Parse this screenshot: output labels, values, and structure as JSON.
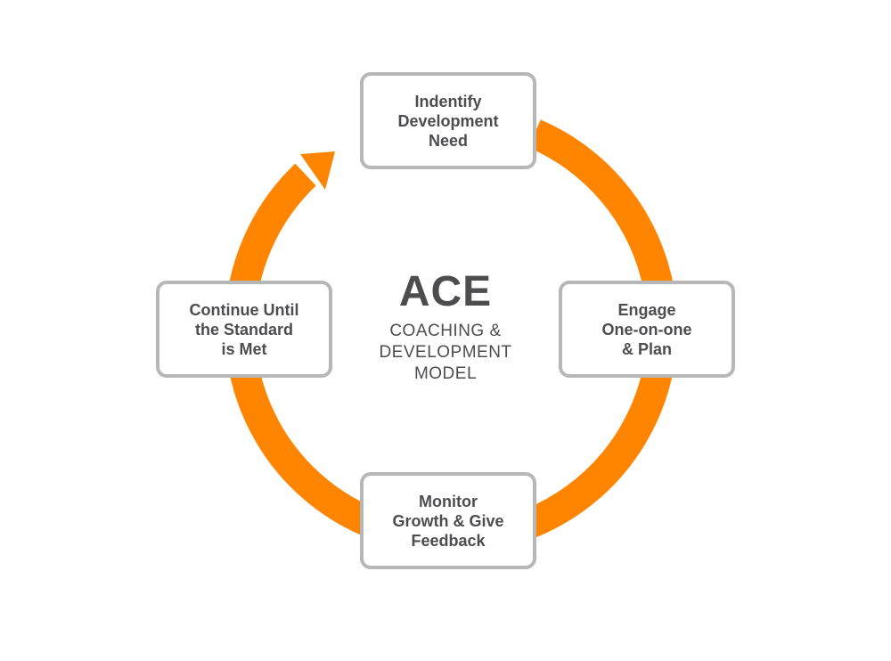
{
  "colors": {
    "ring": "#ff8400",
    "box_border": "#b7b7b7",
    "text": "#4d4d4f"
  },
  "center": {
    "title": "ACE",
    "subtitle": "COACHING &\nDEVELOPMENT\nMODEL"
  },
  "steps": [
    {
      "label": "Indentify\nDevelopment\nNeed"
    },
    {
      "label": "Engage\nOne-on-one\n& Plan"
    },
    {
      "label": "Monitor\nGrowth & Give\nFeedback"
    },
    {
      "label": "Continue Until\nthe Standard\nis Met"
    }
  ]
}
